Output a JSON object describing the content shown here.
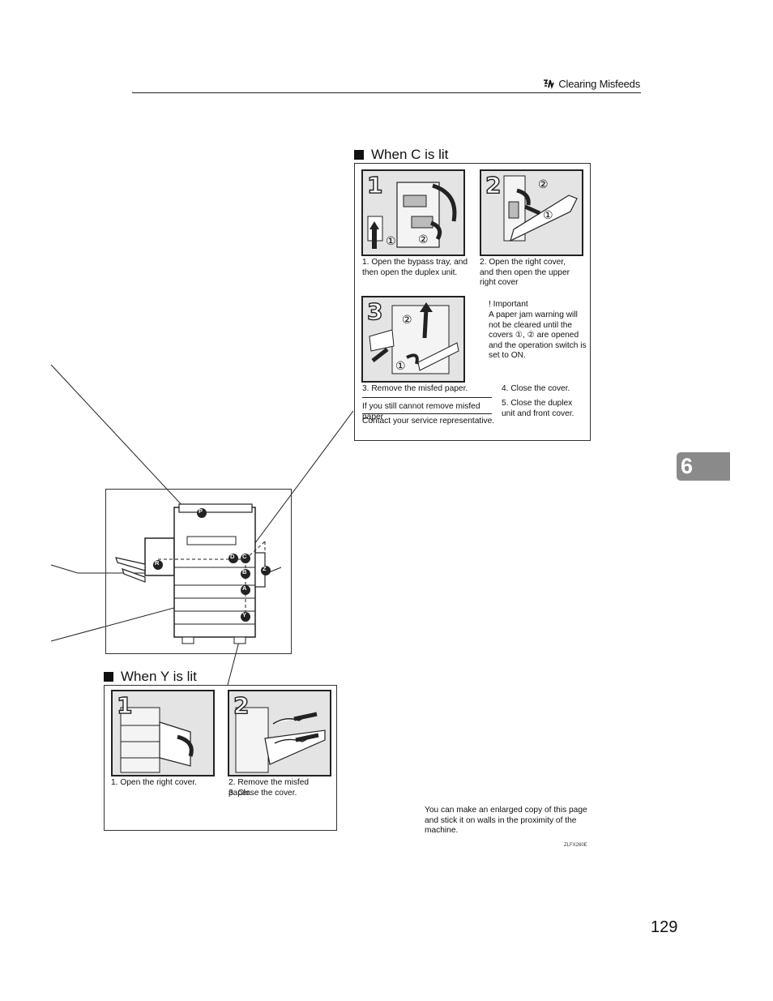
{
  "header": {
    "section": "Clearing Misfeeds",
    "icon": "misfeed-icon"
  },
  "chapter_tab": "6",
  "page_number": "129",
  "section_c": {
    "title": "When C is lit",
    "step1_num": "1",
    "step1": "1. Open the bypass tray, and then open the duplex unit.",
    "step2_num": "2",
    "step2": "2. Open the right cover, and then open the upper right cover",
    "step3_num": "3",
    "step3": "3. Remove the misfed paper.",
    "important_title": "! Important",
    "important_text": "A paper jam warning will not be cleared until the covers ①, ② are opened and the operation switch is set to ON.",
    "step4": "4. Close the cover.",
    "step5": "5. Close the duplex unit and front cover.",
    "fallback_title": "If you still cannot remove misfed paper",
    "fallback_text": "Contact your service representative."
  },
  "section_y": {
    "title": "When Y is lit",
    "step1_num": "1",
    "step1": "1. Open the right cover.",
    "step2_num": "2",
    "step2": "2. Remove the misfed paper.",
    "step3": "3. Close the cover."
  },
  "machine_labels": {
    "p": "P",
    "r": "R",
    "d": "D",
    "c": "C",
    "b": "B",
    "a": "A",
    "y": "Y",
    "z": "Z"
  },
  "callouts": {
    "one": "①",
    "two": "②"
  },
  "note": "You can make an enlarged copy of this page and stick it on walls in the proximity of the machine.",
  "figure_code": "ZLFX260E"
}
